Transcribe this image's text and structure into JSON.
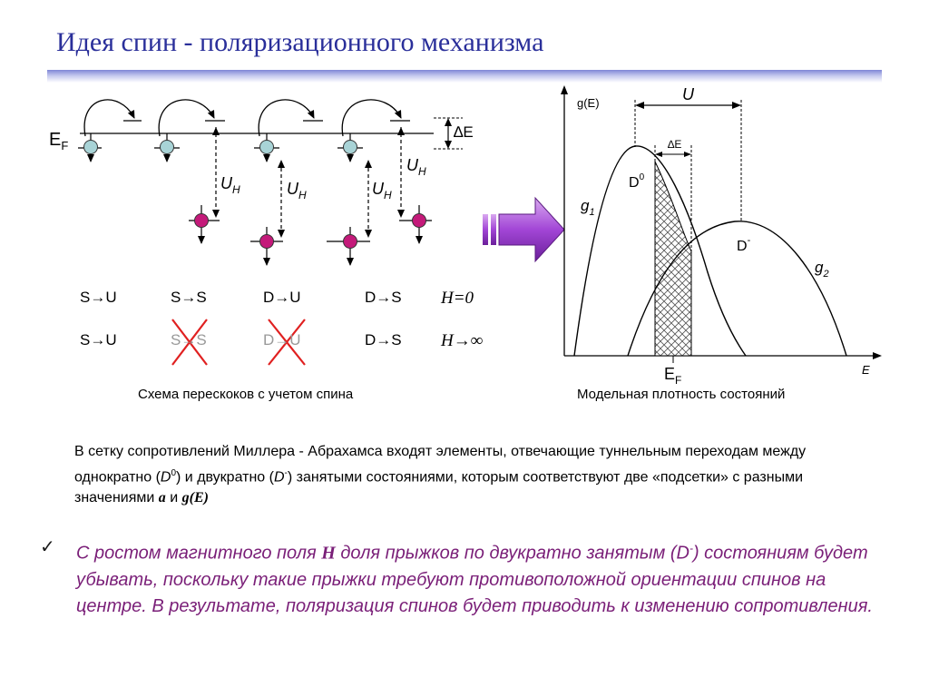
{
  "title": "Идея спин - поляризационного механизма",
  "left_diagram": {
    "fermi_label": "E",
    "fermi_sub": "F",
    "delta_e_label": "∆E",
    "u_label": "U",
    "u_sub": "H",
    "caption": "Схема перескоков с учетом спина"
  },
  "transitions": {
    "row1": [
      "S→U",
      "S→S",
      "D→U",
      "D→S"
    ],
    "row1_field": "H=0",
    "row2": [
      "S→U",
      "S→S",
      "D→U",
      "D→S"
    ],
    "row2_field": "H→∞",
    "crossed_out": [
      "S→S",
      "D→U"
    ]
  },
  "right_diagram": {
    "y_axis_label": "g(E)",
    "x_axis_label": "E",
    "u_label": "U",
    "delta_e_label": "∆E",
    "d0_label": "D",
    "d0_sup": "0",
    "dminus_label": "D",
    "dminus_sup": "-",
    "g1_label": "g",
    "g1_sub": "1",
    "g2_label": "g",
    "g2_sub": "2",
    "ef_label": "E",
    "ef_sub": "F",
    "caption": "Модельная плотность состояний"
  },
  "paragraph": {
    "part1": "В сетку сопротивлений Миллера - Абрахамса входят элементы, отвечающие туннельным переходам между однократно (",
    "d0": "D",
    "d0_sup": "0",
    "part2": ") и двукратно (",
    "dminus": "D",
    "dminus_sup": "-",
    "part3": ") занятыми состояниями, которым соответствуют две «подсетки» с разными значениями ",
    "a_symbol": "a",
    "and_word": " и ",
    "g_symbol": "g(E)"
  },
  "conclusion": {
    "check": "✓",
    "part1": "С ростом магнитного поля ",
    "h_symbol": "H",
    "part2": " доля прыжков по двукратно занятым (D",
    "sup": "-",
    "part3": ") состояниям будет убывать, поскольку такие прыжки требуют противоположной ориентации спинов на центре. В результате, поляризация спинов будет приводить к изменению сопротивления."
  },
  "colors": {
    "title": "#2a2f9a",
    "conclusion": "#7a1f78",
    "single_dot": "#a8d3d6",
    "double_dot": "#c41a7a",
    "cross": "#e02020",
    "arrow_fill": "#9b3fd0"
  }
}
